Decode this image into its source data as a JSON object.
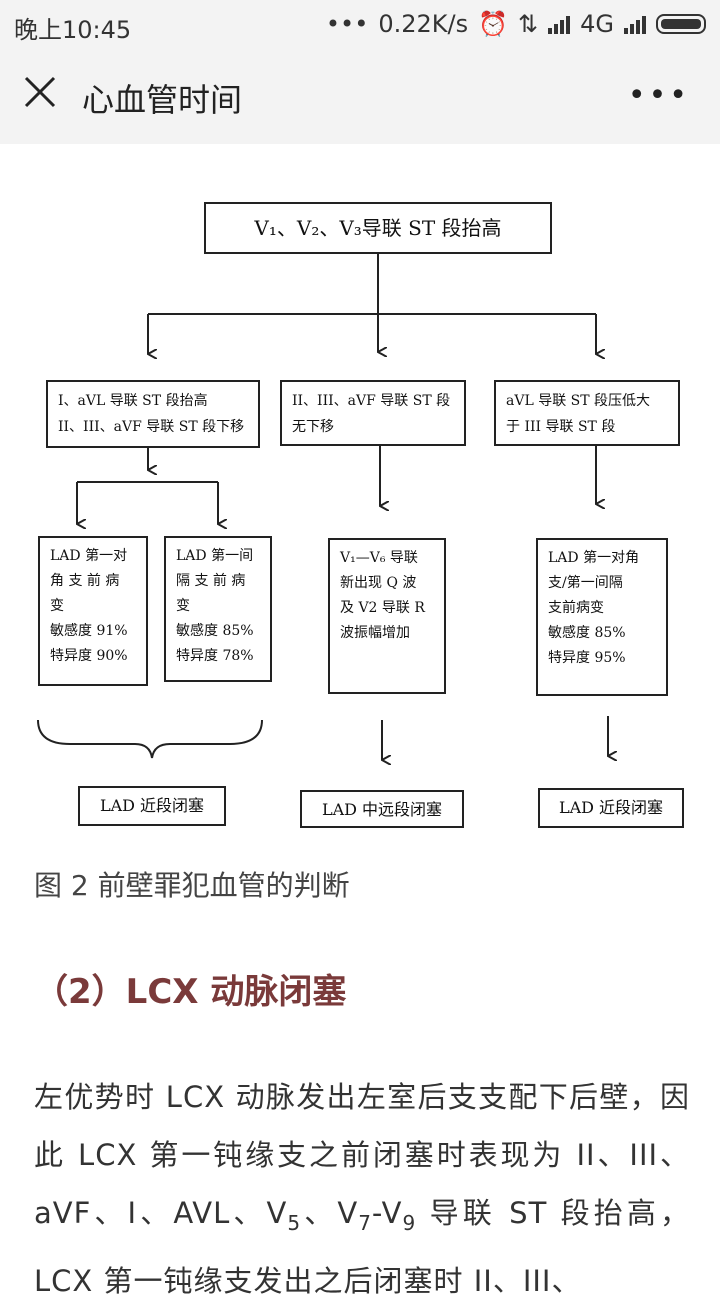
{
  "status_bar": {
    "time": "晚上10:45",
    "dots": "•••",
    "speed": "0.22K/s",
    "network": "4G"
  },
  "app_bar": {
    "title": "心血管时间"
  },
  "figure": {
    "top_box": "V₁、V₂、V₃导联 ST 段抬高",
    "branch_left": "I、aVL 导联 ST 段抬高\nII、III、aVF 导联 ST 段下移",
    "branch_mid": "II、III、aVF 导联 ST 段\n无下移",
    "branch_right": "aVL 导联 ST 段压低大\n于 III 导联 ST 段",
    "leaf_1": "LAD 第一对\n角 支 前 病\n变\n敏感度 91%\n特异度 90%",
    "leaf_2": "LAD 第一间\n隔 支 前 病\n变\n敏感度 85%\n特异度 78%",
    "leaf_3": "V₁—V₆ 导联\n新出现 Q 波\n及 V2 导联 R\n波振幅增加",
    "leaf_4": "LAD 第一对角\n支/第一间隔\n支前病变\n敏感度 85%\n特异度 95%",
    "result_1": "LAD 近段闭塞",
    "result_2": "LAD 中远段闭塞",
    "result_3": "LAD 近段闭塞"
  },
  "caption": "图 2 前壁罪犯血管的判断",
  "heading": "（2）LCX 动脉闭塞",
  "paragraph": {
    "part1": "左优势时 LCX 动脉发出左室后支支配下后壁，因此 LCX 第一钝缘支之前闭塞时表现为 II、III、aVF、I、AVL、V",
    "sub5": "5",
    "part2": "、V",
    "sub7": "7",
    "part3": "-V",
    "sub9": "9",
    "part4": " 导联 ST 段抬高，LCX 第一钝缘支发出之后闭塞时 II、III、"
  }
}
